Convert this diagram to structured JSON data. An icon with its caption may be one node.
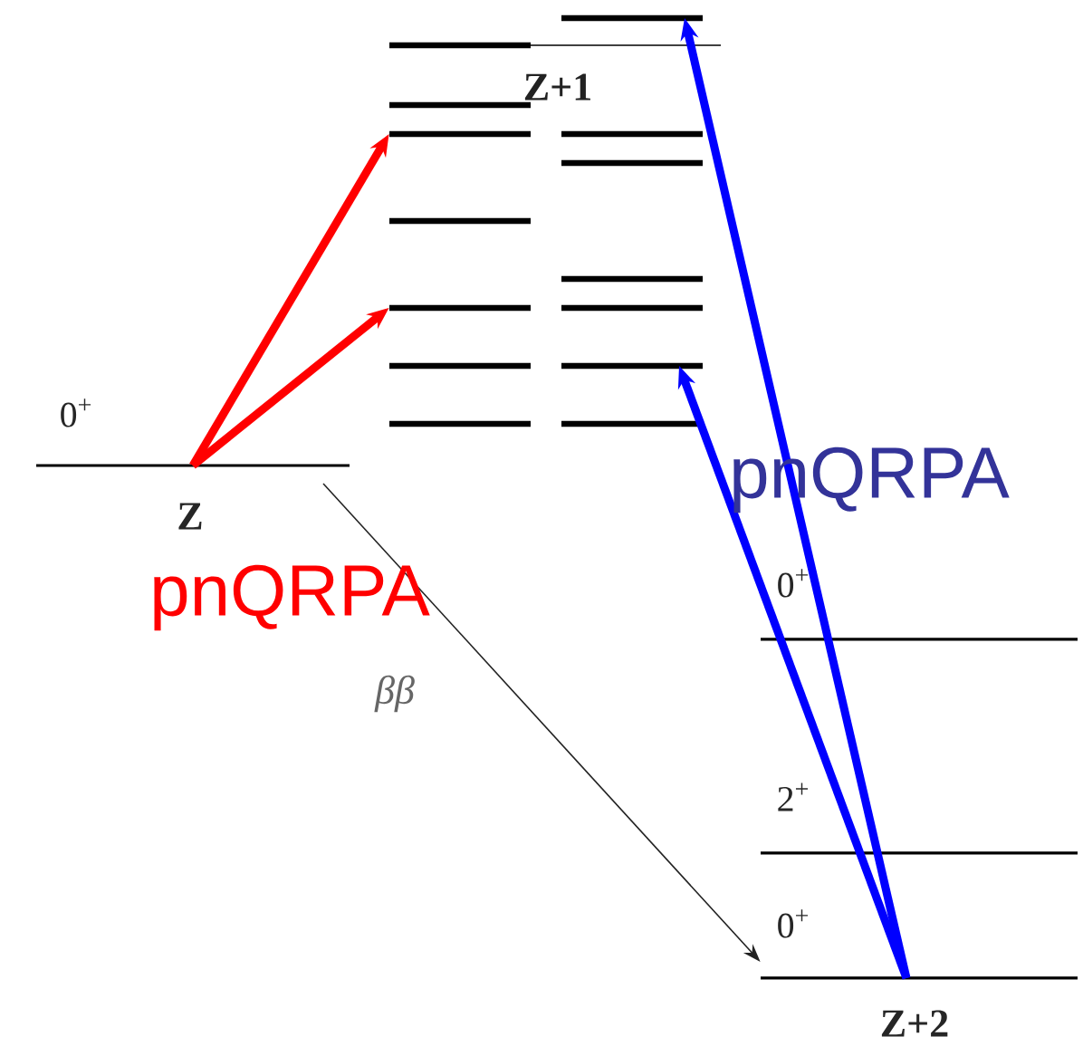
{
  "diagram": {
    "nodes": [
      {
        "text": [],
        "shape": "bar",
        "beside": [
          "0$^{+}$",
          "Z"
        ]
      },
      {
        "text": [],
        "shape": "bar"
      },
      {
        "text": [],
        "shape": "bar"
      },
      {
        "text": [],
        "shape": "bar"
      },
      {
        "text": [],
        "shape": "bar"
      },
      {
        "text": [],
        "shape": "bar"
      },
      {
        "text": [],
        "shape": "bar"
      },
      {
        "text": [],
        "shape": "bar"
      },
      {
        "text": [],
        "shape": "bar"
      },
      {
        "text": [],
        "shape": "bar"
      },
      {
        "text": [],
        "shape": "bar"
      },
      {
        "text": [],
        "shape": "bar"
      },
      {
        "text": [],
        "shape": "bar"
      },
      {
        "text": [],
        "shape": "bar"
      },
      {
        "text": [],
        "shape": "bar"
      },
      {
        "text": [],
        "shape": "bar",
        "beside": [
          "0$^{+}$"
        ]
      },
      {
        "text": [],
        "shape": "bar",
        "beside": [
          "2$^{+}$"
        ]
      },
      {
        "text": [],
        "shape": "bar",
        "beside": [
          "0$^{+}$",
          "Z+2"
        ]
      }
    ],
    "edges": [
      {
        "from": 0,
        "to": 3,
        "arrow": "to",
        "color": "#ff0000"
      },
      {
        "from": 0,
        "to": 5,
        "arrow": "to",
        "color": "#ff0000"
      },
      {
        "from": 17,
        "to": 8,
        "arrow": "to",
        "color": "#0000ff"
      },
      {
        "from": 17,
        "to": 13,
        "arrow": "to",
        "color": "#0000ff"
      },
      {
        "from": 0,
        "to": 17,
        "arrow": "to",
        "label": "ββ",
        "color": "#222222"
      }
    ],
    "labels": [
      "Z+1",
      "pnQRPA",
      "pnQRPA"
    ]
  }
}
